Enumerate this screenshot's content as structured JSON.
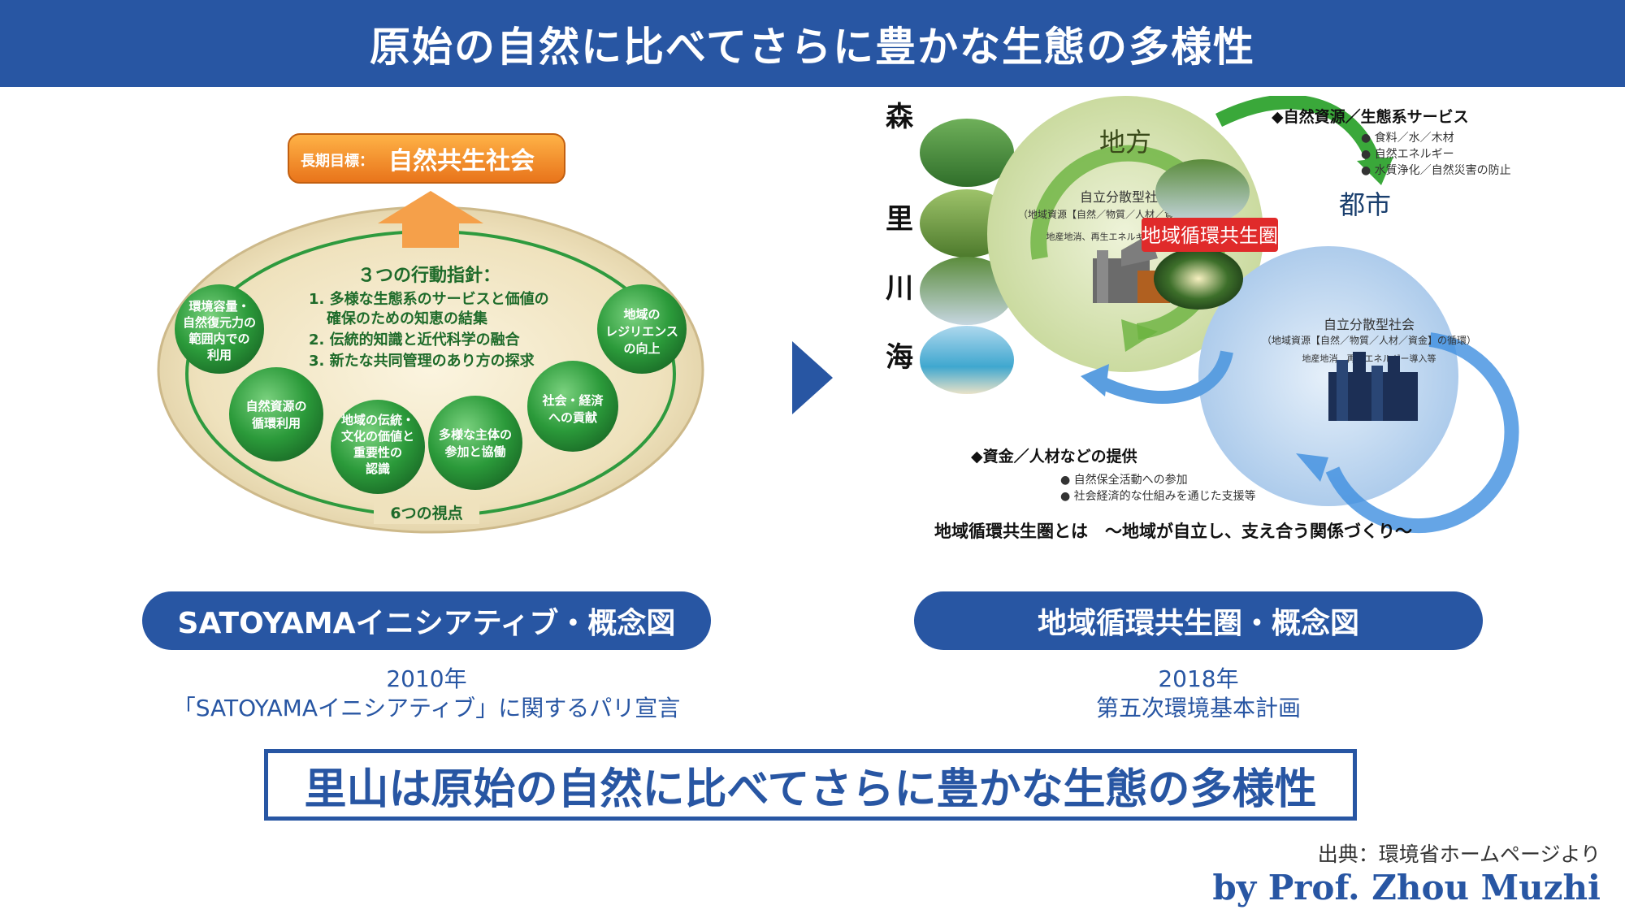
{
  "header": {
    "title": "原始の自然に比べてさらに豊かな生態の多様性"
  },
  "left": {
    "goal_prefix": "長期目標：",
    "goal_title": "自然共生社会",
    "actions_title": "３つの行動指針：",
    "actions": [
      "1. 多様な生態系のサービスと価値の",
      "確保のための知恵の結集",
      "2. 伝統的知識と近代科学の融合",
      "3. 新たな共同管理のあり方の探求"
    ],
    "perspectives": [
      [
        "環境容量・",
        "自然復元力の",
        "範囲内での",
        "利用"
      ],
      [
        "自然資源の",
        "循環利用"
      ],
      [
        "地域の伝統・",
        "文化の価値と",
        "重要性の",
        "認識"
      ],
      [
        "多様な主体の",
        "参加と協働"
      ],
      [
        "社会・経済",
        "への貢献"
      ],
      [
        "地域の",
        "レジリエンス",
        "の向上"
      ]
    ],
    "perspectives_label": "6つの視点",
    "pill": "SATOYAMAイニシアティブ・概念図",
    "year": "2010年",
    "desc": "「SATOYAMAイニシアティブ」に関するパリ宣言"
  },
  "right": {
    "landscape": [
      "森",
      "里",
      "川",
      "海"
    ],
    "rural_title": "地方",
    "rural_society": "自立分散型社会",
    "rural_resources": "（地域資源【自然／物質／人材／資金】の循環）",
    "rural_note": "地産地消、再生エネルギー導入等",
    "urban_title": "都市",
    "urban_society": "自立分散型社会",
    "urban_resources": "（地域資源【自然／物質／人材／資金】の循環）",
    "urban_note": "地産地消、再生エネルギー導入等",
    "center_label": "地域循環共生圏",
    "services_title": "◆自然資源／生態系サービス",
    "services": [
      "● 食料／水／木材",
      "● 自然エネルギー",
      "● 水質浄化／自然災害の防止"
    ],
    "funds_title": "◆資金／人材などの提供",
    "funds": [
      "● 自然保全活動への参加",
      "● 社会経済的な仕組みを通じた支援等"
    ],
    "definition": "地域循環共生圏とは　～地域が自立し、支え合う関係づくり～",
    "pill": "地域循環共生圏・概念図",
    "year": "2018年",
    "desc": "第五次環境基本計画"
  },
  "banner": "里山は原始の自然に比べてさらに豊かな生態の多様性",
  "source": "出典：環境省ホームページより",
  "byline": "by Prof. Zhou Muzhi",
  "colors": {
    "brand_blue": "#2856a3",
    "green": "#2e9a3e",
    "orange": "#f08a1c",
    "red": "#e02a2a"
  }
}
